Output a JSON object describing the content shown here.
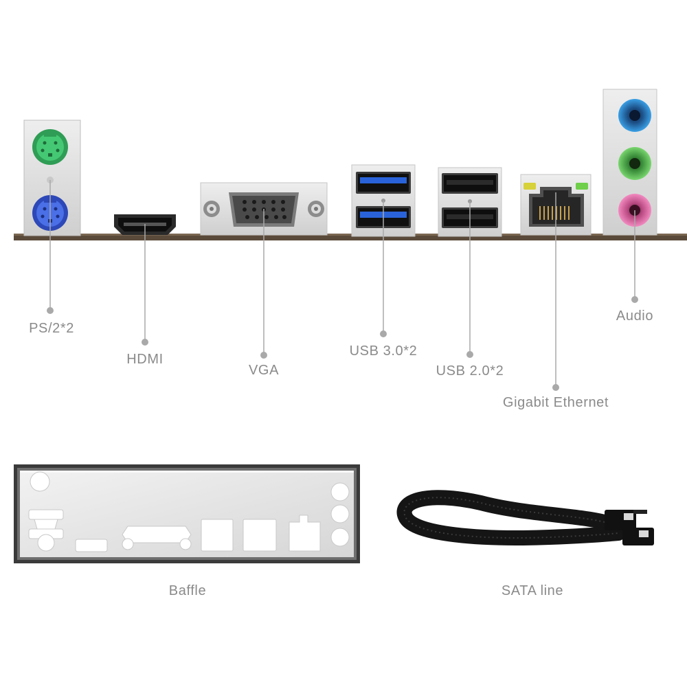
{
  "ports": {
    "ps2": "PS/2*2",
    "hdmi": "HDMI",
    "vga": "VGA",
    "usb3": "USB 3.0*2",
    "usb2": "USB 2.0*2",
    "ethernet": "Gigabit Ethernet",
    "audio": "Audio"
  },
  "accessories": {
    "baffle": "Baffle",
    "sata": "SATA line"
  },
  "colors": {
    "ps2_mouse": "#3fbf6a",
    "ps2_keyboard": "#3b5fd6",
    "usb3_blue": "#2a63d9",
    "audio_blue": "#2f8fd8",
    "audio_green": "#56c25a",
    "audio_pink": "#e06aa6",
    "label_gray": "#8a8a8a",
    "board_brown": "#5a4a3a"
  }
}
